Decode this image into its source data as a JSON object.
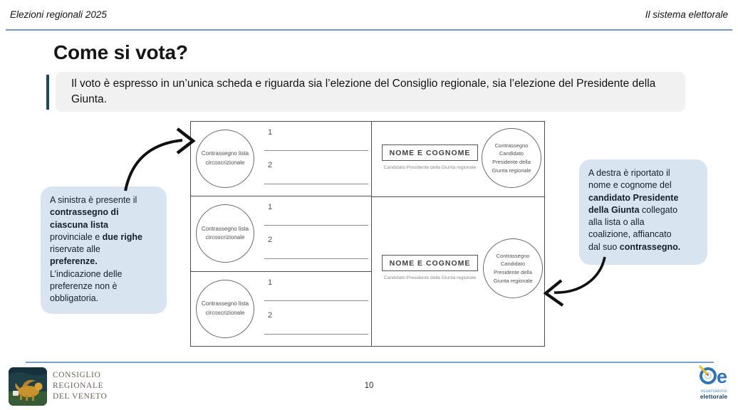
{
  "header": {
    "left": "Elezioni regionali 2025",
    "right": "Il sistema elettorale"
  },
  "title": "Come si vota?",
  "intro": "Il voto è espresso in un’unica scheda e riguarda sia l’elezione del Consiglio regionale, sia l’elezione del Presidente della Giunta.",
  "ballot": {
    "list_rows": [
      {
        "circle_label": "Contrassegno lista circoscrizionale",
        "pref_1": "1",
        "pref_2": "2"
      },
      {
        "circle_label": "Contrassegno lista circoscrizionale",
        "pref_1": "1",
        "pref_2": "2"
      },
      {
        "circle_label": "Contrassegno lista circoscrizionale",
        "pref_1": "1",
        "pref_2": "2"
      }
    ],
    "president_cells": [
      {
        "name_box": "NOME E COGNOME",
        "caption": "Candidato Presidente della Giunta regionale",
        "circle_label": "Contrassegno Candidato Presidente della Giunta regionale"
      },
      {
        "name_box": "NOME E COGNOME",
        "caption": "Candidato Presidente della Giunta regionale",
        "circle_label": "Contrassegno Candidato Presidente della Giunta regionale"
      }
    ]
  },
  "callout_left": {
    "segments": [
      {
        "t": "A sinistra è presente il"
      },
      {
        "t": "\n"
      },
      {
        "t": "contrassegno di",
        "b": true
      },
      {
        "t": "\n"
      },
      {
        "t": "ciascuna lista",
        "b": true
      },
      {
        "t": "\n"
      },
      {
        "t": "provinciale e "
      },
      {
        "t": "due righe",
        "b": true
      },
      {
        "t": "\n"
      },
      {
        "t": "riservate alle"
      },
      {
        "t": "\n"
      },
      {
        "t": "preferenze.",
        "b": true
      },
      {
        "t": "\n"
      },
      {
        "t": "L’indicazione delle"
      },
      {
        "t": "\n"
      },
      {
        "t": "preferenze non è"
      },
      {
        "t": "\n"
      },
      {
        "t": "obbligatoria."
      }
    ]
  },
  "callout_right": {
    "segments": [
      {
        "t": "A destra è riportato il"
      },
      {
        "t": "\n"
      },
      {
        "t": "nome e cognome del"
      },
      {
        "t": "\n"
      },
      {
        "t": "candidato Presidente",
        "b": true
      },
      {
        "t": "\n"
      },
      {
        "t": "della Giunta",
        "b": true
      },
      {
        "t": " collegato"
      },
      {
        "t": "\n"
      },
      {
        "t": "alla lista o alla"
      },
      {
        "t": "\n"
      },
      {
        "t": "coalizione, affiancato"
      },
      {
        "t": "\n"
      },
      {
        "t": "dal suo "
      },
      {
        "t": "contrassegno.",
        "b": true
      }
    ]
  },
  "footer": {
    "org_lines": [
      "CONSIGLIO",
      "REGIONALE",
      "DEL VENETO"
    ],
    "page_number": "10",
    "oe_logo": {
      "line1": "osservatorio",
      "line2": "elettorale"
    }
  },
  "colors": {
    "header_line": "#6f9cc9",
    "intro_bar": "#1c4a5f",
    "intro_bg": "#f1f1f1",
    "callout_bg": "#d9e4f1",
    "arrow": "#111111",
    "footer_line": "#7aa2c6",
    "oe_blue": "#2f74b5",
    "pencil_yellow": "#e3c52f"
  }
}
